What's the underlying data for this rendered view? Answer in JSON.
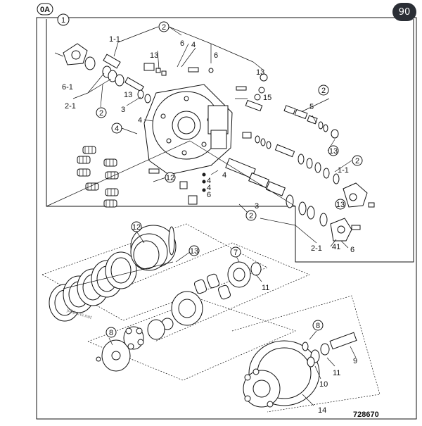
{
  "diagram": {
    "section_tag": "0A",
    "view_number": "1",
    "figure_number": "728670",
    "watermark": "jcbparts.net",
    "labels": {
      "p1_1_top": "1-1",
      "p2_top": "2",
      "p6_top": "6",
      "p4_top": "4",
      "p6_top_b": "6",
      "p13_a": "13",
      "p13_right": "13",
      "p13_mid": "13",
      "p6_1": "6-1",
      "p2_1": "2-1",
      "p2_mid": "2",
      "p3_left": "3",
      "p4_left": "4",
      "p4_left2": "4",
      "p15": "15",
      "p2_right": "2",
      "p5": "5",
      "p13_r2": "13",
      "p2_r3": "2",
      "p1_1_right": "1-1",
      "p4_r": "4",
      "p4_r2": "4",
      "p4_r3": "4",
      "p6_r": "6",
      "p12_a": "12",
      "p3_r": "3",
      "p13_r3": "13",
      "p2_bottom": "2",
      "p2_1_bottom": "2-1",
      "p41": "41",
      "p6_bottom": "6",
      "p12_b": "12",
      "p13_b": "13",
      "p7": "7",
      "p11_a": "11",
      "p8_left": "8",
      "p8_right": "8",
      "p9": "9",
      "p11_b": "11",
      "p10": "10",
      "p14": "14"
    }
  },
  "viewer": {
    "zoom_badge": "90"
  }
}
